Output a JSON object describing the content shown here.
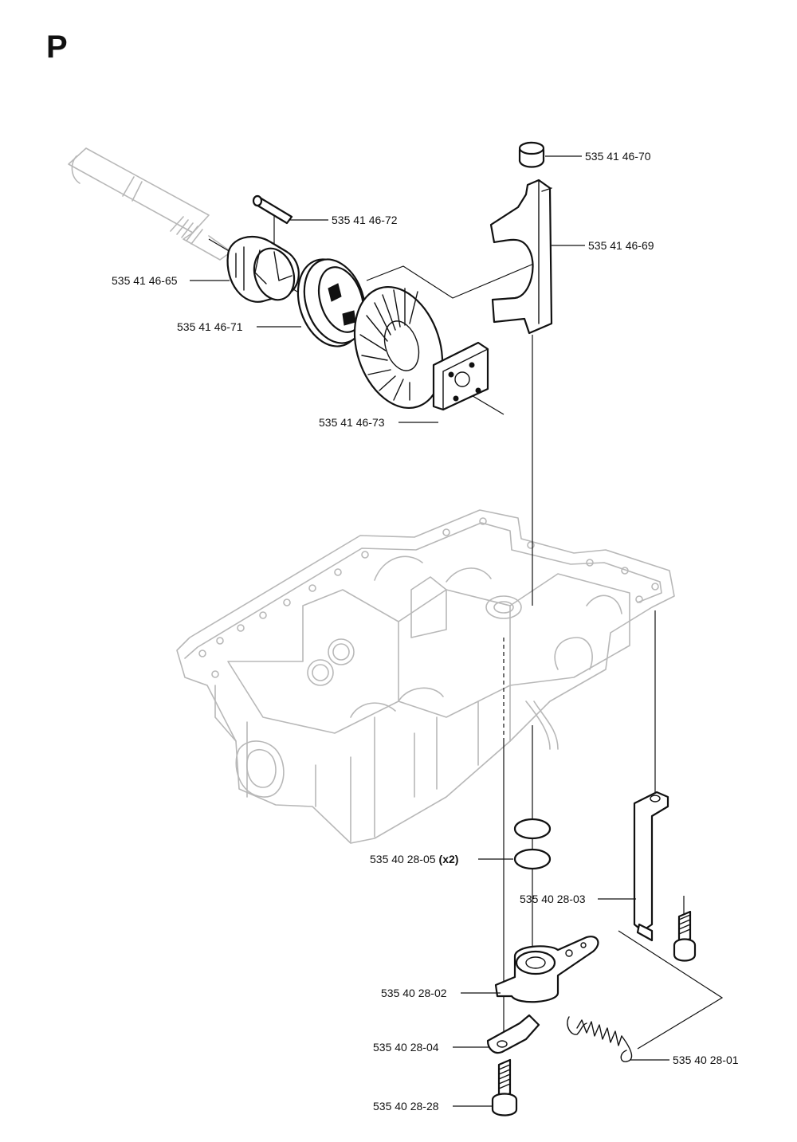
{
  "page_letter": "P",
  "parts": [
    {
      "part_number": "535 41 46-70"
    },
    {
      "part_number": "535 41 46-72"
    },
    {
      "part_number": "535 41 46-69"
    },
    {
      "part_number": "535 41 46-65"
    },
    {
      "part_number": "535 41 46-71"
    },
    {
      "part_number": "535 41 46-73"
    },
    {
      "part_number": "535 40 28-05",
      "quantity": "(x2)"
    },
    {
      "part_number": "535 40 28-03"
    },
    {
      "part_number": "535 40 28-02"
    },
    {
      "part_number": "535 40 28-04"
    },
    {
      "part_number": "535 40 28-01"
    },
    {
      "part_number": "535 40 28-28"
    }
  ]
}
